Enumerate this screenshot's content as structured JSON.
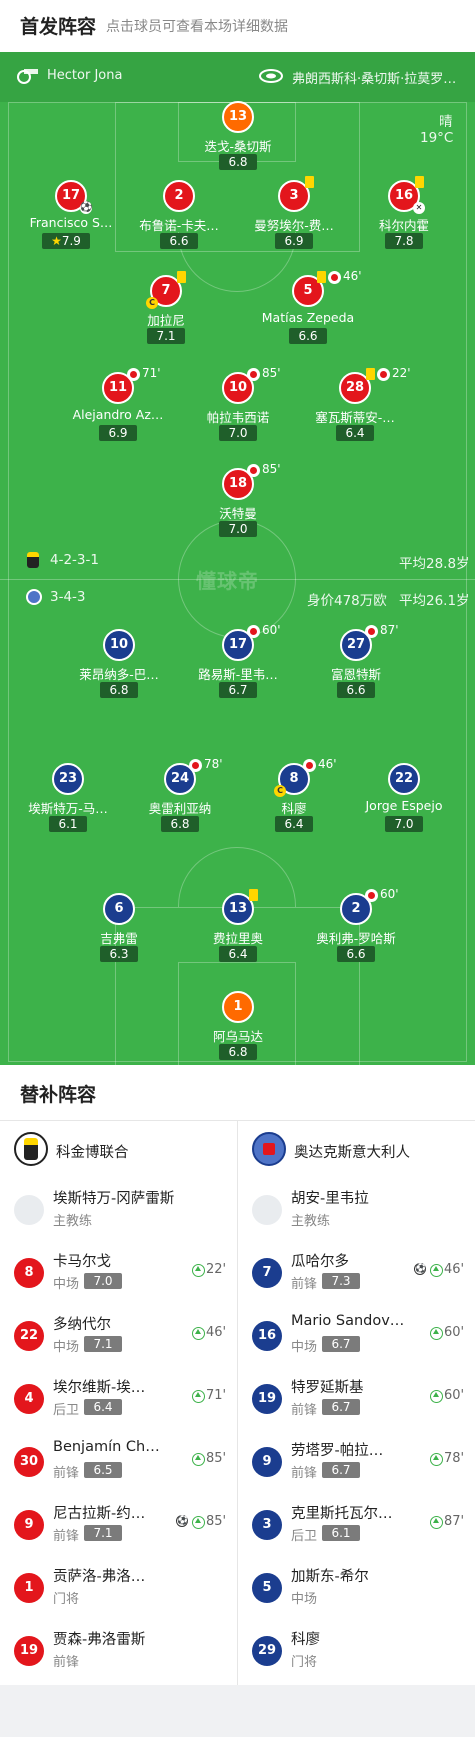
{
  "header": {
    "title": "首发阵容",
    "subtitle": "点击球员可查看本场详细数据"
  },
  "officials": {
    "referee": "Hector Jona",
    "stadium": "弗朗西斯科·桑切斯·拉莫罗…"
  },
  "weather": {
    "condition": "晴",
    "temperature": "19°C"
  },
  "home": {
    "formation": "4-2-3-1",
    "avg_age": "平均28.8岁",
    "players": [
      {
        "num": "13",
        "name": "迭戈-桑切斯",
        "rating": "6.8"
      },
      {
        "num": "17",
        "name": "Francisco S…",
        "rating": "7.9"
      },
      {
        "num": "2",
        "name": "布鲁诺-卡夫…",
        "rating": "6.6"
      },
      {
        "num": "3",
        "name": "曼努埃尔-费…",
        "rating": "6.9"
      },
      {
        "num": "16",
        "name": "科尔内霍",
        "rating": "7.8"
      },
      {
        "num": "7",
        "name": "加拉尼",
        "rating": "7.1"
      },
      {
        "num": "5",
        "name": "Matías Zepeda",
        "rating": "6.6",
        "sub": "46'"
      },
      {
        "num": "11",
        "name": "Alejandro Az…",
        "rating": "6.9",
        "sub": "71'"
      },
      {
        "num": "10",
        "name": "帕拉韦西诺",
        "rating": "7.0",
        "sub": "85'"
      },
      {
        "num": "28",
        "name": "塞瓦斯蒂安-…",
        "rating": "6.4",
        "sub": "22'"
      },
      {
        "num": "18",
        "name": "沃特曼",
        "rating": "7.0",
        "sub": "85'"
      }
    ]
  },
  "away": {
    "formation": "3-4-3",
    "value": "身价478万欧",
    "avg_age": "平均26.1岁",
    "players": [
      {
        "num": "10",
        "name": "莱昂纳多-巴…",
        "rating": "6.8"
      },
      {
        "num": "17",
        "name": "路易斯-里韦…",
        "rating": "6.7",
        "sub": "60'"
      },
      {
        "num": "27",
        "name": "富恩特斯",
        "rating": "6.6",
        "sub": "87'"
      },
      {
        "num": "23",
        "name": "埃斯特万-马…",
        "rating": "6.1"
      },
      {
        "num": "24",
        "name": "奥雷利亚纳",
        "rating": "6.8",
        "sub": "78'"
      },
      {
        "num": "8",
        "name": "科廖",
        "rating": "6.4",
        "sub": "46'"
      },
      {
        "num": "22",
        "name": "Jorge Espejo",
        "rating": "7.0"
      },
      {
        "num": "6",
        "name": "吉弗雷",
        "rating": "6.3"
      },
      {
        "num": "13",
        "name": "费拉里奥",
        "rating": "6.4"
      },
      {
        "num": "2",
        "name": "奥利弗-罗哈斯",
        "rating": "6.6",
        "sub": "60'"
      },
      {
        "num": "1",
        "name": "阿乌马达",
        "rating": "6.8"
      }
    ]
  },
  "watermark": "懂球帝",
  "subs": {
    "title": "替补阵容",
    "coach_label": "主教练",
    "home": {
      "team": "科金博联合",
      "coach": "埃斯特万-冈萨雷斯",
      "list": [
        {
          "num": "8",
          "name": "卡马尔戈",
          "pos": "中场",
          "rating": "7.0",
          "time": "22'"
        },
        {
          "num": "22",
          "name": "多纳代尔",
          "pos": "中场",
          "rating": "7.1",
          "time": "46'"
        },
        {
          "num": "4",
          "name": "埃尔维斯-埃…",
          "pos": "后卫",
          "rating": "6.4",
          "time": "71'"
        },
        {
          "num": "30",
          "name": "Benjamín Ch…",
          "pos": "前锋",
          "rating": "6.5",
          "time": "85'"
        },
        {
          "num": "9",
          "name": "尼古拉斯-约…",
          "pos": "前锋",
          "rating": "7.1",
          "time": "85'"
        },
        {
          "num": "1",
          "name": "贡萨洛-弗洛…",
          "pos": "门将"
        },
        {
          "num": "19",
          "name": "贾森-弗洛雷斯",
          "pos": "前锋"
        }
      ]
    },
    "away": {
      "team": "奥达克斯意大利人",
      "coach": "胡安-里韦拉",
      "list": [
        {
          "num": "7",
          "name": "瓜哈尔多",
          "pos": "前锋",
          "rating": "7.3",
          "time": "46'"
        },
        {
          "num": "16",
          "name": "Mario Sandov…",
          "pos": "中场",
          "rating": "6.7",
          "time": "60'"
        },
        {
          "num": "19",
          "name": "特罗延斯基",
          "pos": "前锋",
          "rating": "6.7",
          "time": "60'"
        },
        {
          "num": "9",
          "name": "劳塔罗-帕拉…",
          "pos": "前锋",
          "rating": "6.7",
          "time": "78'"
        },
        {
          "num": "3",
          "name": "克里斯托瓦尔…",
          "pos": "后卫",
          "rating": "6.1",
          "time": "87'"
        },
        {
          "num": "5",
          "name": "加斯东-希尔",
          "pos": "中场"
        },
        {
          "num": "29",
          "name": "科廖",
          "pos": "门将"
        }
      ]
    }
  },
  "colors": {
    "pitch": "#3db24a",
    "home": "#e3161c",
    "away": "#1b3d8f",
    "keeper": "#ff6a00",
    "card": "#ffd600"
  }
}
